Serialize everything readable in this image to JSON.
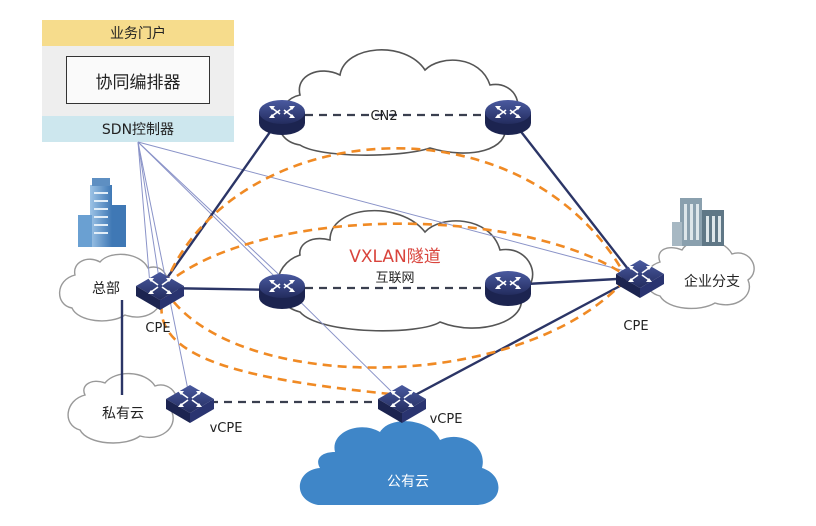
{
  "portal": {
    "business_portal": "业务门户",
    "orchestrator": "协同编排器",
    "sdn_controller": "SDN控制器"
  },
  "labels": {
    "cn2": "CN2",
    "vxlan_tunnel": "VXLAN隧道",
    "internet": "互联网",
    "headquarters": "总部",
    "cpe_hq": "CPE",
    "cpe_branch": "CPE",
    "enterprise_branch": "企业分支",
    "private_cloud": "私有云",
    "vcpe_private": "vCPE",
    "vcpe_public": "vCPE",
    "public_cloud": "公有云"
  },
  "colors": {
    "router": "#2f3b78",
    "solid_link": "#2b3566",
    "dashed_link": "#3a3f4f",
    "tunnel": "#f08a24",
    "controller_line": "#8a93c8",
    "public_cloud": "#3f86c8",
    "vxlan_text": "#d9443c"
  }
}
